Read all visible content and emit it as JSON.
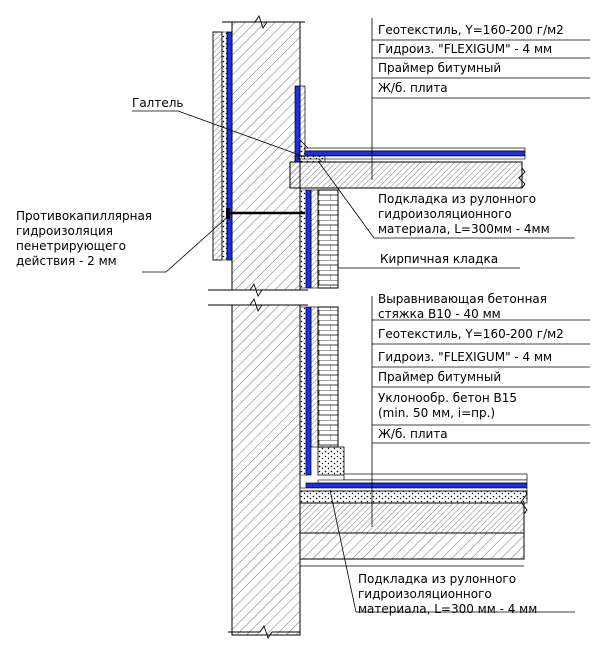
{
  "colors": {
    "membrane": "#1a2fe6",
    "line": "#000000",
    "background": "#ffffff"
  },
  "labels": {
    "geotextile_top": "Геотекстиль, Y=160-200 г/м2",
    "membrane_top": "Гидроиз. \"FLEXIGUM\" - 4 мм",
    "primer_top": "Праймер битумный",
    "slab_top": "Ж/б. плита",
    "galtel": "Галтель",
    "capillary": "Противокапиллярная\nгидроизоляция\nпенетрирующего\nдействия - 2 мм",
    "underlay_top": "Подкладка из рулонного\nгидроизоляционного\nматериала, L=300мм - 4мм",
    "brick": "Кирпичная кладка",
    "screed": "Выравнивающая бетонная\nстяжка В10 - 40 мм",
    "geotextile_bottom": "Геотекстиль, Y=160-200 г/м2",
    "membrane_bottom": "Гидроиз. \"FLEXIGUM\" - 4 мм",
    "primer_bottom": "Праймер битумный",
    "slope_concrete": "Уклонообр. бетон В15\n(min. 50 мм, i=пр.)",
    "slab_bottom": "Ж/б. плита",
    "underlay_bottom": "Подкладка из рулонного\nгидроизоляционного\nматериала, L=300 мм - 4 мм"
  }
}
